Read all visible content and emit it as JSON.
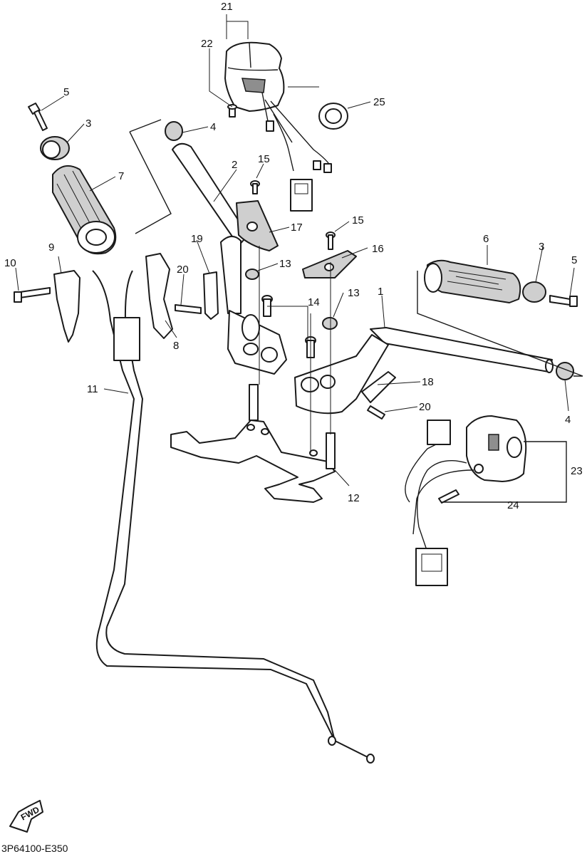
{
  "diagram": {
    "code": "3P64100-E350",
    "fwd_label": "FWD",
    "callouts": {
      "c1": "1",
      "c2": "2",
      "c3a": "3",
      "c3b": "3",
      "c4a": "4",
      "c4b": "4",
      "c5a": "5",
      "c5b": "5",
      "c6": "6",
      "c7": "7",
      "c8": "8",
      "c9": "9",
      "c10": "10",
      "c11": "11",
      "c12": "12",
      "c13a": "13",
      "c13b": "13",
      "c14": "14",
      "c15a": "15",
      "c15b": "15",
      "c16": "16",
      "c17": "17",
      "c18": "18",
      "c19": "19",
      "c20a": "20",
      "c20b": "20",
      "c21": "21",
      "c22": "22",
      "c23": "23",
      "c24": "24",
      "c25": "25"
    }
  }
}
